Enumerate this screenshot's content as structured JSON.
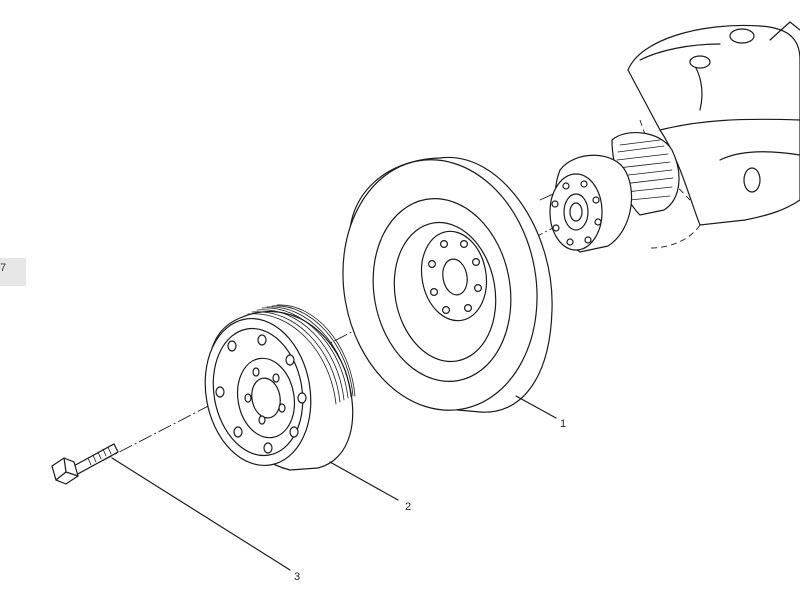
{
  "diagram": {
    "callouts": [
      {
        "id": "1",
        "label": "1"
      },
      {
        "id": "2",
        "label": "2"
      },
      {
        "id": "3",
        "label": "3"
      }
    ],
    "side_tab": {
      "glyph": "7"
    }
  }
}
